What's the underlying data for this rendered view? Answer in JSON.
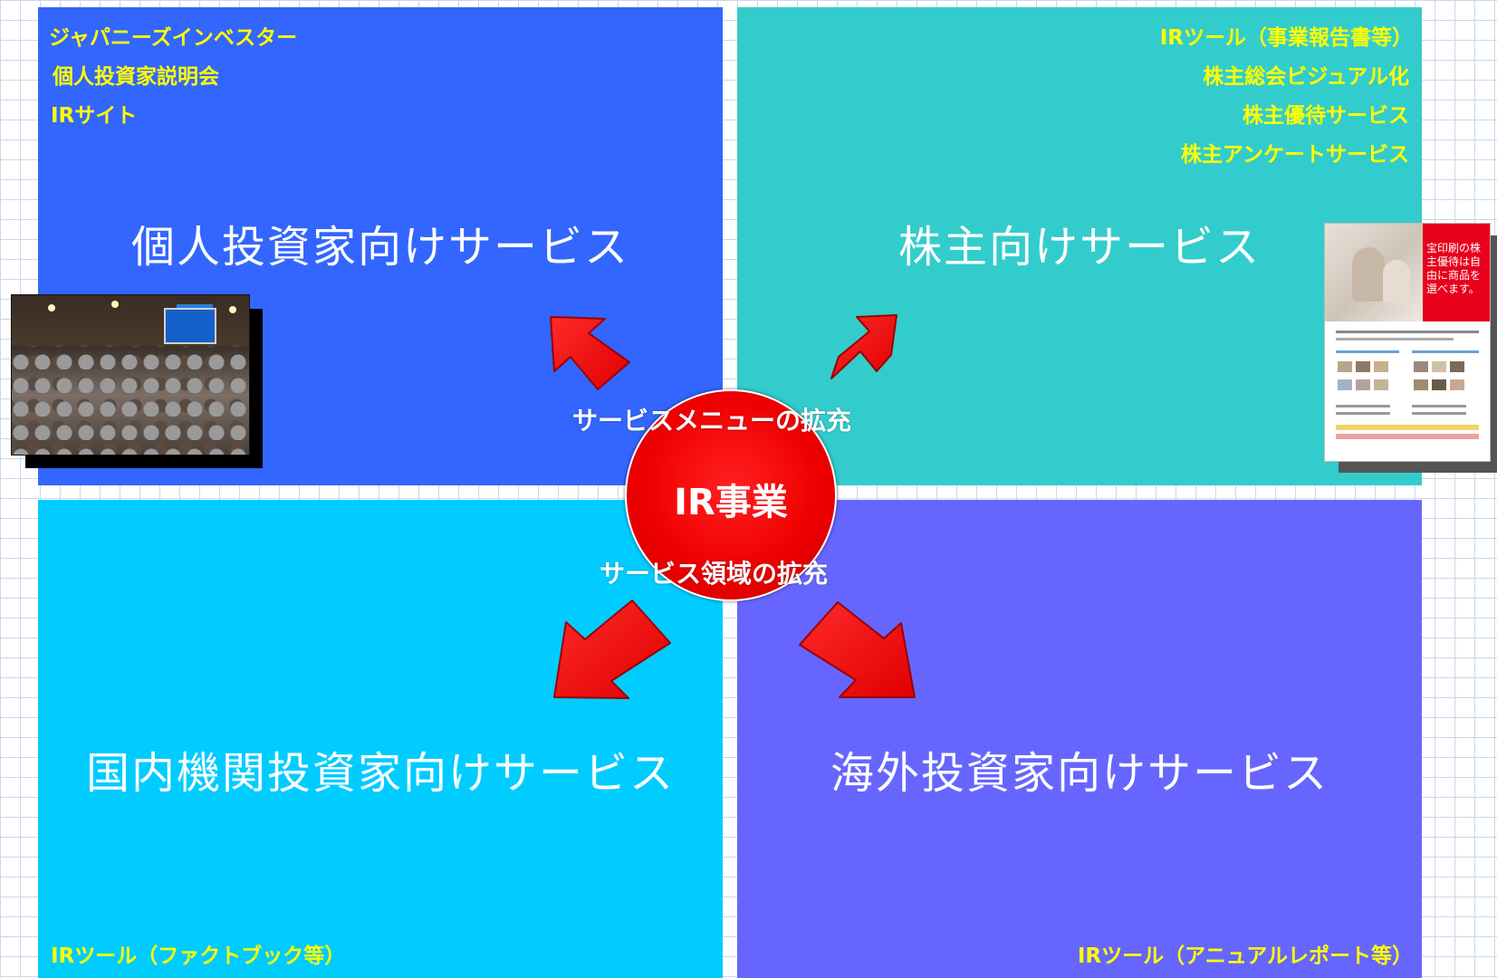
{
  "quadrants": {
    "top_left": {
      "title": "個人投資家向けサービス",
      "bg": "#3366ff",
      "items": [
        "ジャパニーズインベスター",
        "個人投資家説明会",
        "IRサイト"
      ]
    },
    "top_right": {
      "title": "株主向けサービス",
      "bg": "#33cccc",
      "items": [
        "IRツール（事業報告書等）",
        "株主総会ビジュアル化",
        "株主優待サービス",
        "株主アンケートサービス"
      ]
    },
    "bottom_left": {
      "title": "国内機関投資家向けサービス",
      "bg": "#00ccff",
      "items": [
        "IRツール（ファクトブック等）"
      ]
    },
    "bottom_right": {
      "title": "海外投資家向けサービス",
      "bg": "#6666ff",
      "items": [
        "IRツール（アニュアルレポート等）"
      ]
    }
  },
  "center": {
    "label": "IR事業",
    "color": "#ff0000"
  },
  "expansion_labels": {
    "menu": "サービスメニューの拡充",
    "area": "サービス領域の拡充"
  },
  "brochure": {
    "red_text": "宝印刷の株主優待は自由に商品を選べます。"
  },
  "colors": {
    "item_text": "#ffff00",
    "title_text": "#ffffff",
    "arrow": "#ff0000"
  }
}
